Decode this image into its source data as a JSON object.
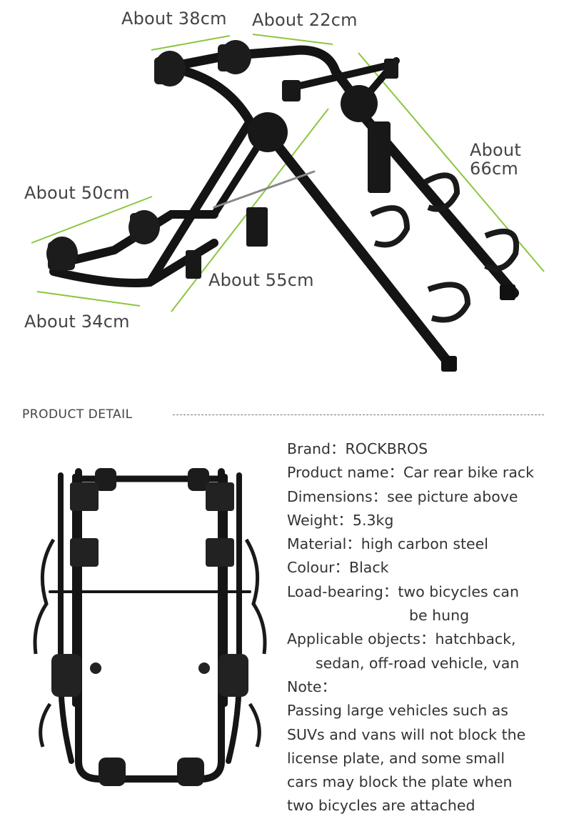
{
  "dimensions": {
    "d38": "About 38cm",
    "d22": "About 22cm",
    "d66_line1": "About",
    "d66_line2": "66cm",
    "d50": "About 50cm",
    "d55": "About 55cm",
    "d34": "About 34cm"
  },
  "section": {
    "title": "PRODUCT DETAIL"
  },
  "specs": {
    "brand": "Brand：ROCKBROS",
    "product_name": "Product name：Car rear bike rack",
    "dimensions": "Dimensions：see picture above",
    "weight": "Weight：5.3kg",
    "material": "Material：high carbon steel",
    "colour": "Colour：Black",
    "load_line1": "Load-bearing：two bicycles can",
    "load_line2": "be hung",
    "objects_line1": "Applicable objects：hatchback,",
    "objects_line2": "sedan, off-road vehicle, van",
    "note_label": "Note：",
    "note_lines": [
      "Passing large vehicles such as",
      "SUVs and vans will not block the",
      "license plate, and some small",
      "cars may block the plate when",
      "two bicycles are attached"
    ]
  },
  "colors": {
    "measure_line": "#8cc63f",
    "rack": "#111111",
    "text": "#333333"
  }
}
